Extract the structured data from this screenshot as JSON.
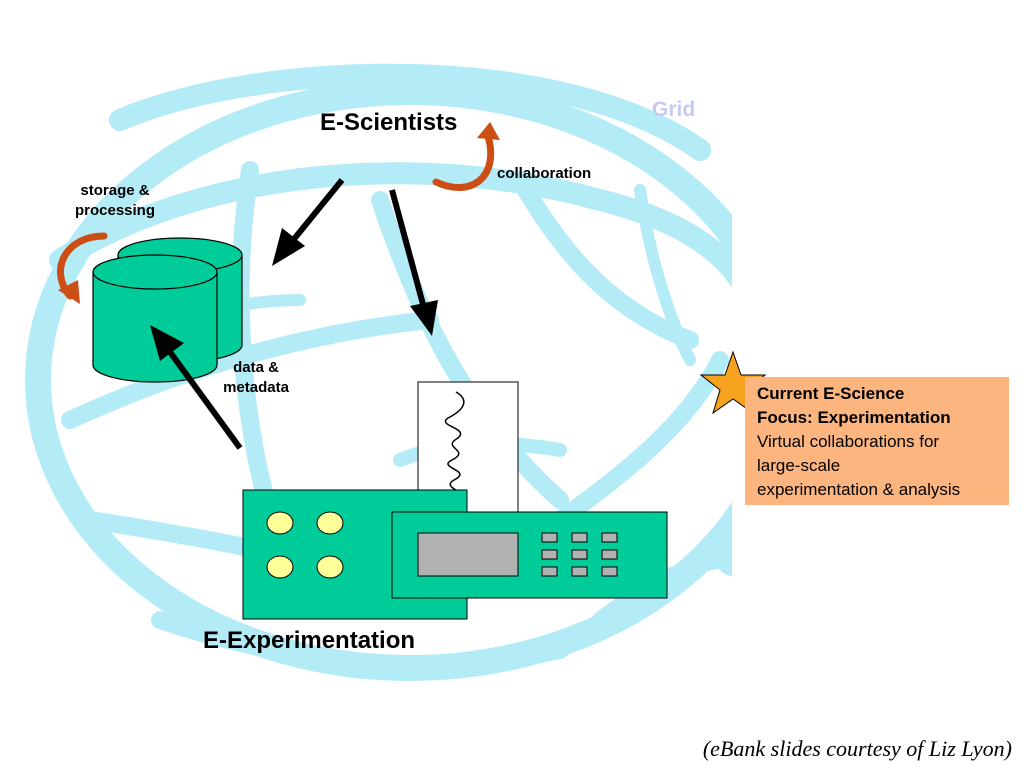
{
  "diagram": {
    "grid_label": "Grid",
    "escientists_label": "E-Scientists",
    "collaboration_label": "collaboration",
    "storage_label": "storage & processing",
    "data_label": "data & metadata",
    "eexperimentation_label": "E-Experimentation",
    "focus": {
      "line1": "Current E-Science",
      "line2": "Focus: Experimentation",
      "line3": "Virtual collaborations for",
      "line4": "large-scale",
      "line5": "experimentation & analysis"
    },
    "credit": "(eBank slides courtesy of Liz Lyon)",
    "colors": {
      "globe": "#b3ecf7",
      "equipment": "#00cc99",
      "curved_arrow": "#cc4e14",
      "star": "#f6a21e",
      "focus_box": "#fdb57f",
      "grid_text": "#c6c9f4"
    }
  }
}
